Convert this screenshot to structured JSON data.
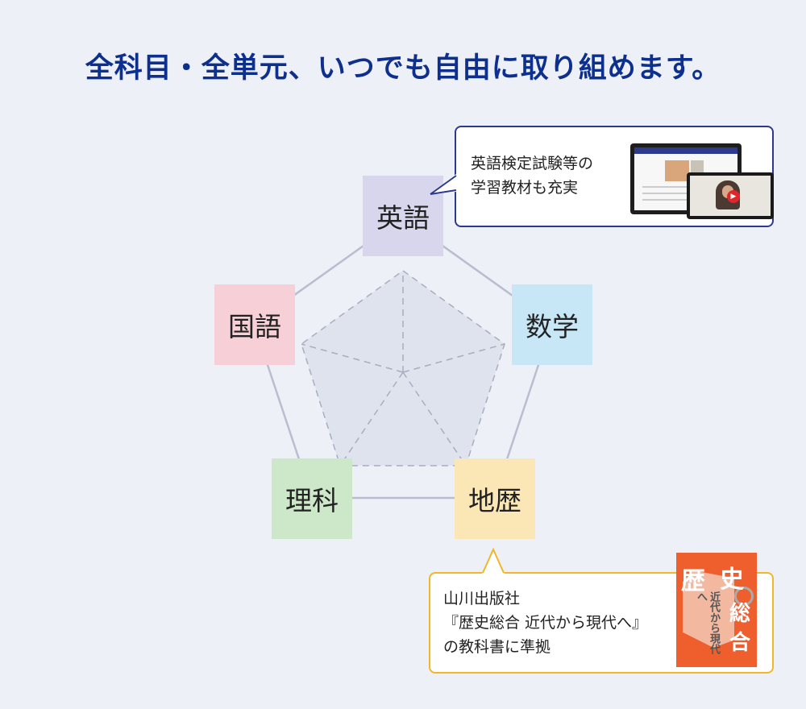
{
  "title": "全科目・全単元、いつでも自由に取り組めます。",
  "subjects": [
    {
      "label": "英語",
      "color": "#d8d6ec"
    },
    {
      "label": "数学",
      "color": "#c7e6f6"
    },
    {
      "label": "地歴",
      "color": "#fbe7b6"
    },
    {
      "label": "理科",
      "color": "#cde8c9"
    },
    {
      "label": "国語",
      "color": "#f7cfd6"
    }
  ],
  "callout_english": {
    "lines": [
      "英語検定試験等の",
      "学習教材も充実"
    ],
    "border_color": "#2b3a8f"
  },
  "callout_history": {
    "lines": [
      "山川出版社",
      "『歴史総合 近代から現代へ』",
      "の教科書に準拠"
    ],
    "border_color": "#f2b62a"
  },
  "book_cover": {
    "main_left": "歴",
    "main_right": "史",
    "main_bottom": "総合",
    "subtitle": "近代から現代へ",
    "color": "#ef5f2d"
  },
  "colors": {
    "title": "#0d2f8e",
    "background": "#edf0f6",
    "pentagon_fill": "#dfe2ee",
    "pentagon_stroke": "#b9bdd0"
  }
}
